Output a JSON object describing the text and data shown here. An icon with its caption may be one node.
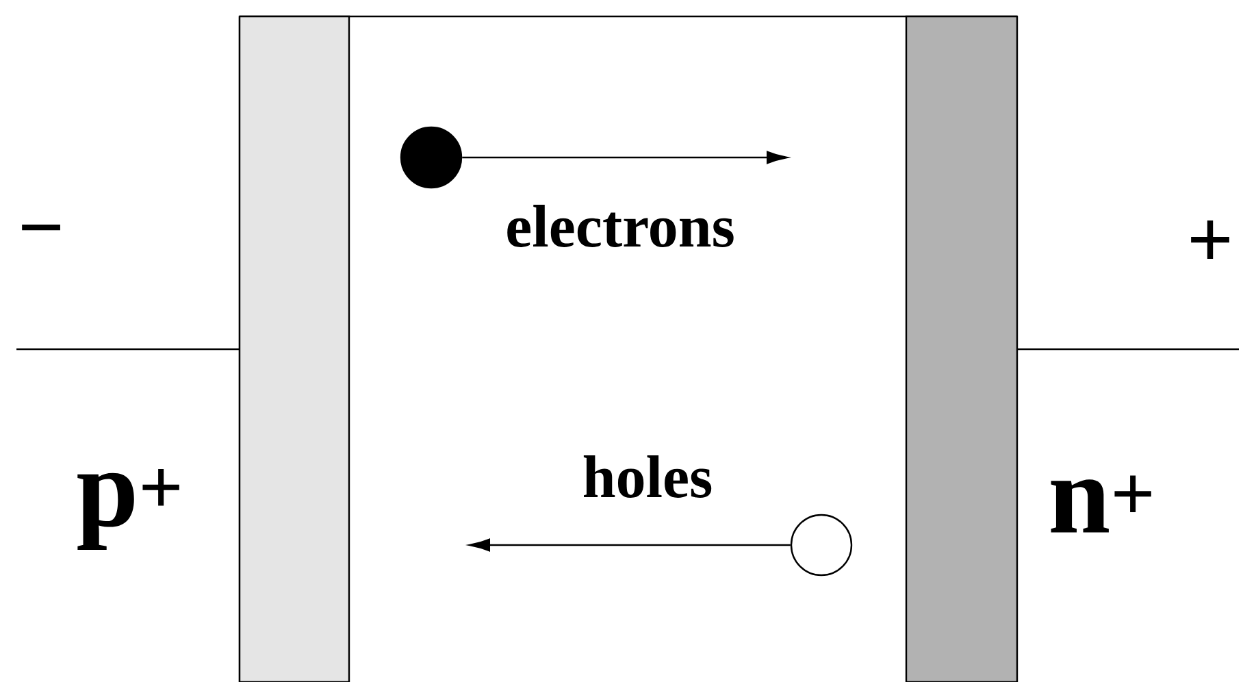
{
  "diagram": {
    "nodes": [
      {
        "text": [],
        "shape": "circle",
        "beside": [
          "electrons"
        ]
      },
      {
        "text": [],
        "shape": "circle",
        "beside": [
          "holes"
        ]
      }
    ],
    "edges": [
      {
        "from": 0,
        "to": null,
        "arrow": "to"
      },
      {
        "from": 1,
        "to": null,
        "arrow": "to"
      }
    ],
    "labels": [
      "−",
      "+",
      "p$^{+}$",
      "n$^{+}$"
    ]
  }
}
